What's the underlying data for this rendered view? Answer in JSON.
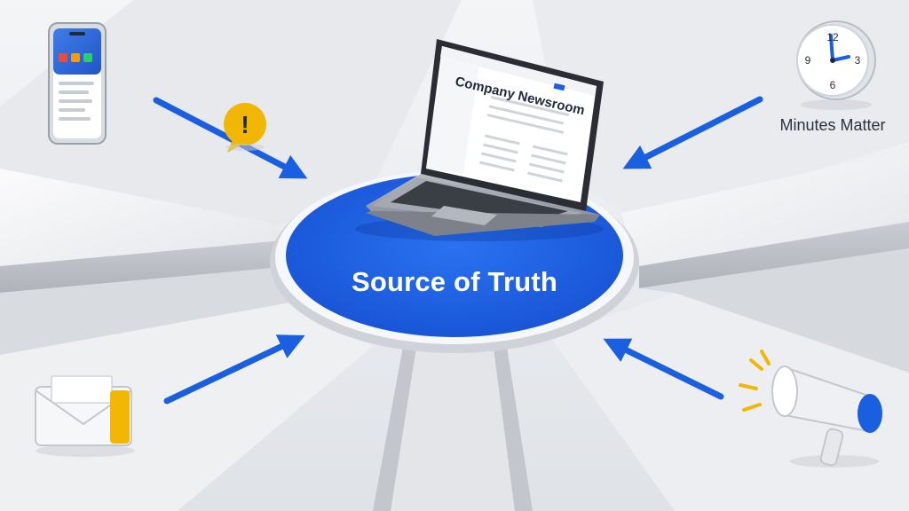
{
  "hub": {
    "label": "Source of Truth",
    "color": "#1a5fe0"
  },
  "laptop": {
    "screen_title": "Company Newsroom"
  },
  "clock": {
    "caption": "Minutes Matter",
    "numerals": [
      "12",
      "3",
      "6",
      "9"
    ]
  },
  "alert": {
    "symbol": "!"
  },
  "accent_color": "#1a5fe0",
  "warning_color": "#f2b705",
  "icons": [
    "phone-icon",
    "warning-icon",
    "laptop-icon",
    "clock-icon",
    "envelope-icon",
    "megaphone-icon"
  ]
}
